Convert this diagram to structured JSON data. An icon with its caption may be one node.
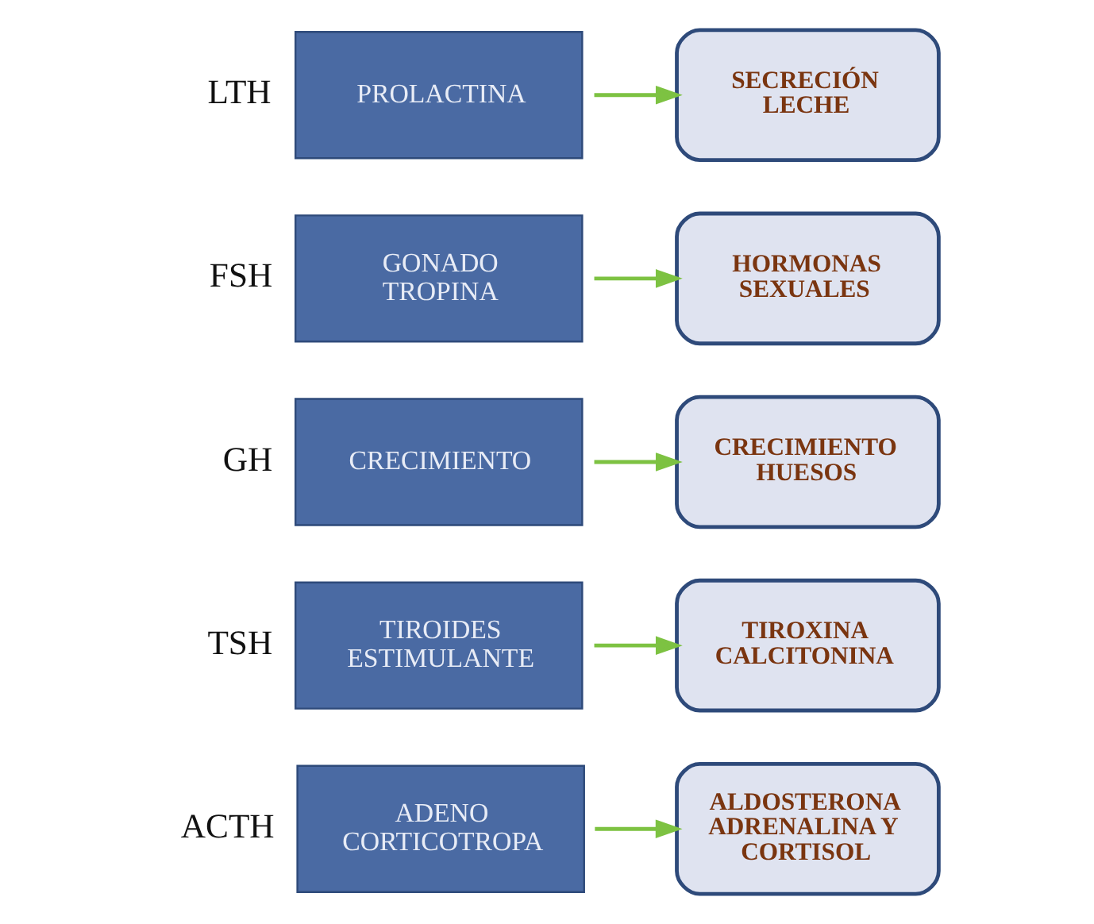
{
  "diagram": {
    "nodes": [
      {
        "text": [
          "ADENO CORTICOTROPA"
        ],
        "beside": [
          "ACTH"
        ]
      },
      {
        "text": [
          "ALDOSTERONA ADRENALINA Y CORTISOL"
        ]
      },
      {
        "text": [
          "TIROIDES ESTIMULANTE"
        ],
        "beside": [
          "TSH"
        ]
      },
      {
        "text": [
          "TIROXINA CALCITONINA"
        ]
      },
      {
        "text": [
          "CRECIMIENTO"
        ],
        "beside": [
          "GH"
        ]
      },
      {
        "text": [
          "CRECIMIENTO HUESOS"
        ]
      },
      {
        "text": [
          "GONADO TROPINA"
        ],
        "beside": [
          "FSH"
        ]
      },
      {
        "text": [
          "HORMONAS SEXUALES"
        ]
      },
      {
        "text": [
          "PROLACTINA"
        ],
        "beside": [
          "LTH"
        ]
      },
      {
        "text": [
          "SECRECIÓN LECHE"
        ]
      }
    ],
    "edges": [
      {
        "from": 0,
        "to": 1,
        "arrow": "to"
      },
      {
        "from": 2,
        "to": 3,
        "arrow": "to"
      },
      {
        "from": 4,
        "to": 5,
        "arrow": "to"
      },
      {
        "from": 6,
        "to": 7,
        "arrow": "to"
      },
      {
        "from": 8,
        "to": 9,
        "arrow": "to"
      }
    ]
  }
}
